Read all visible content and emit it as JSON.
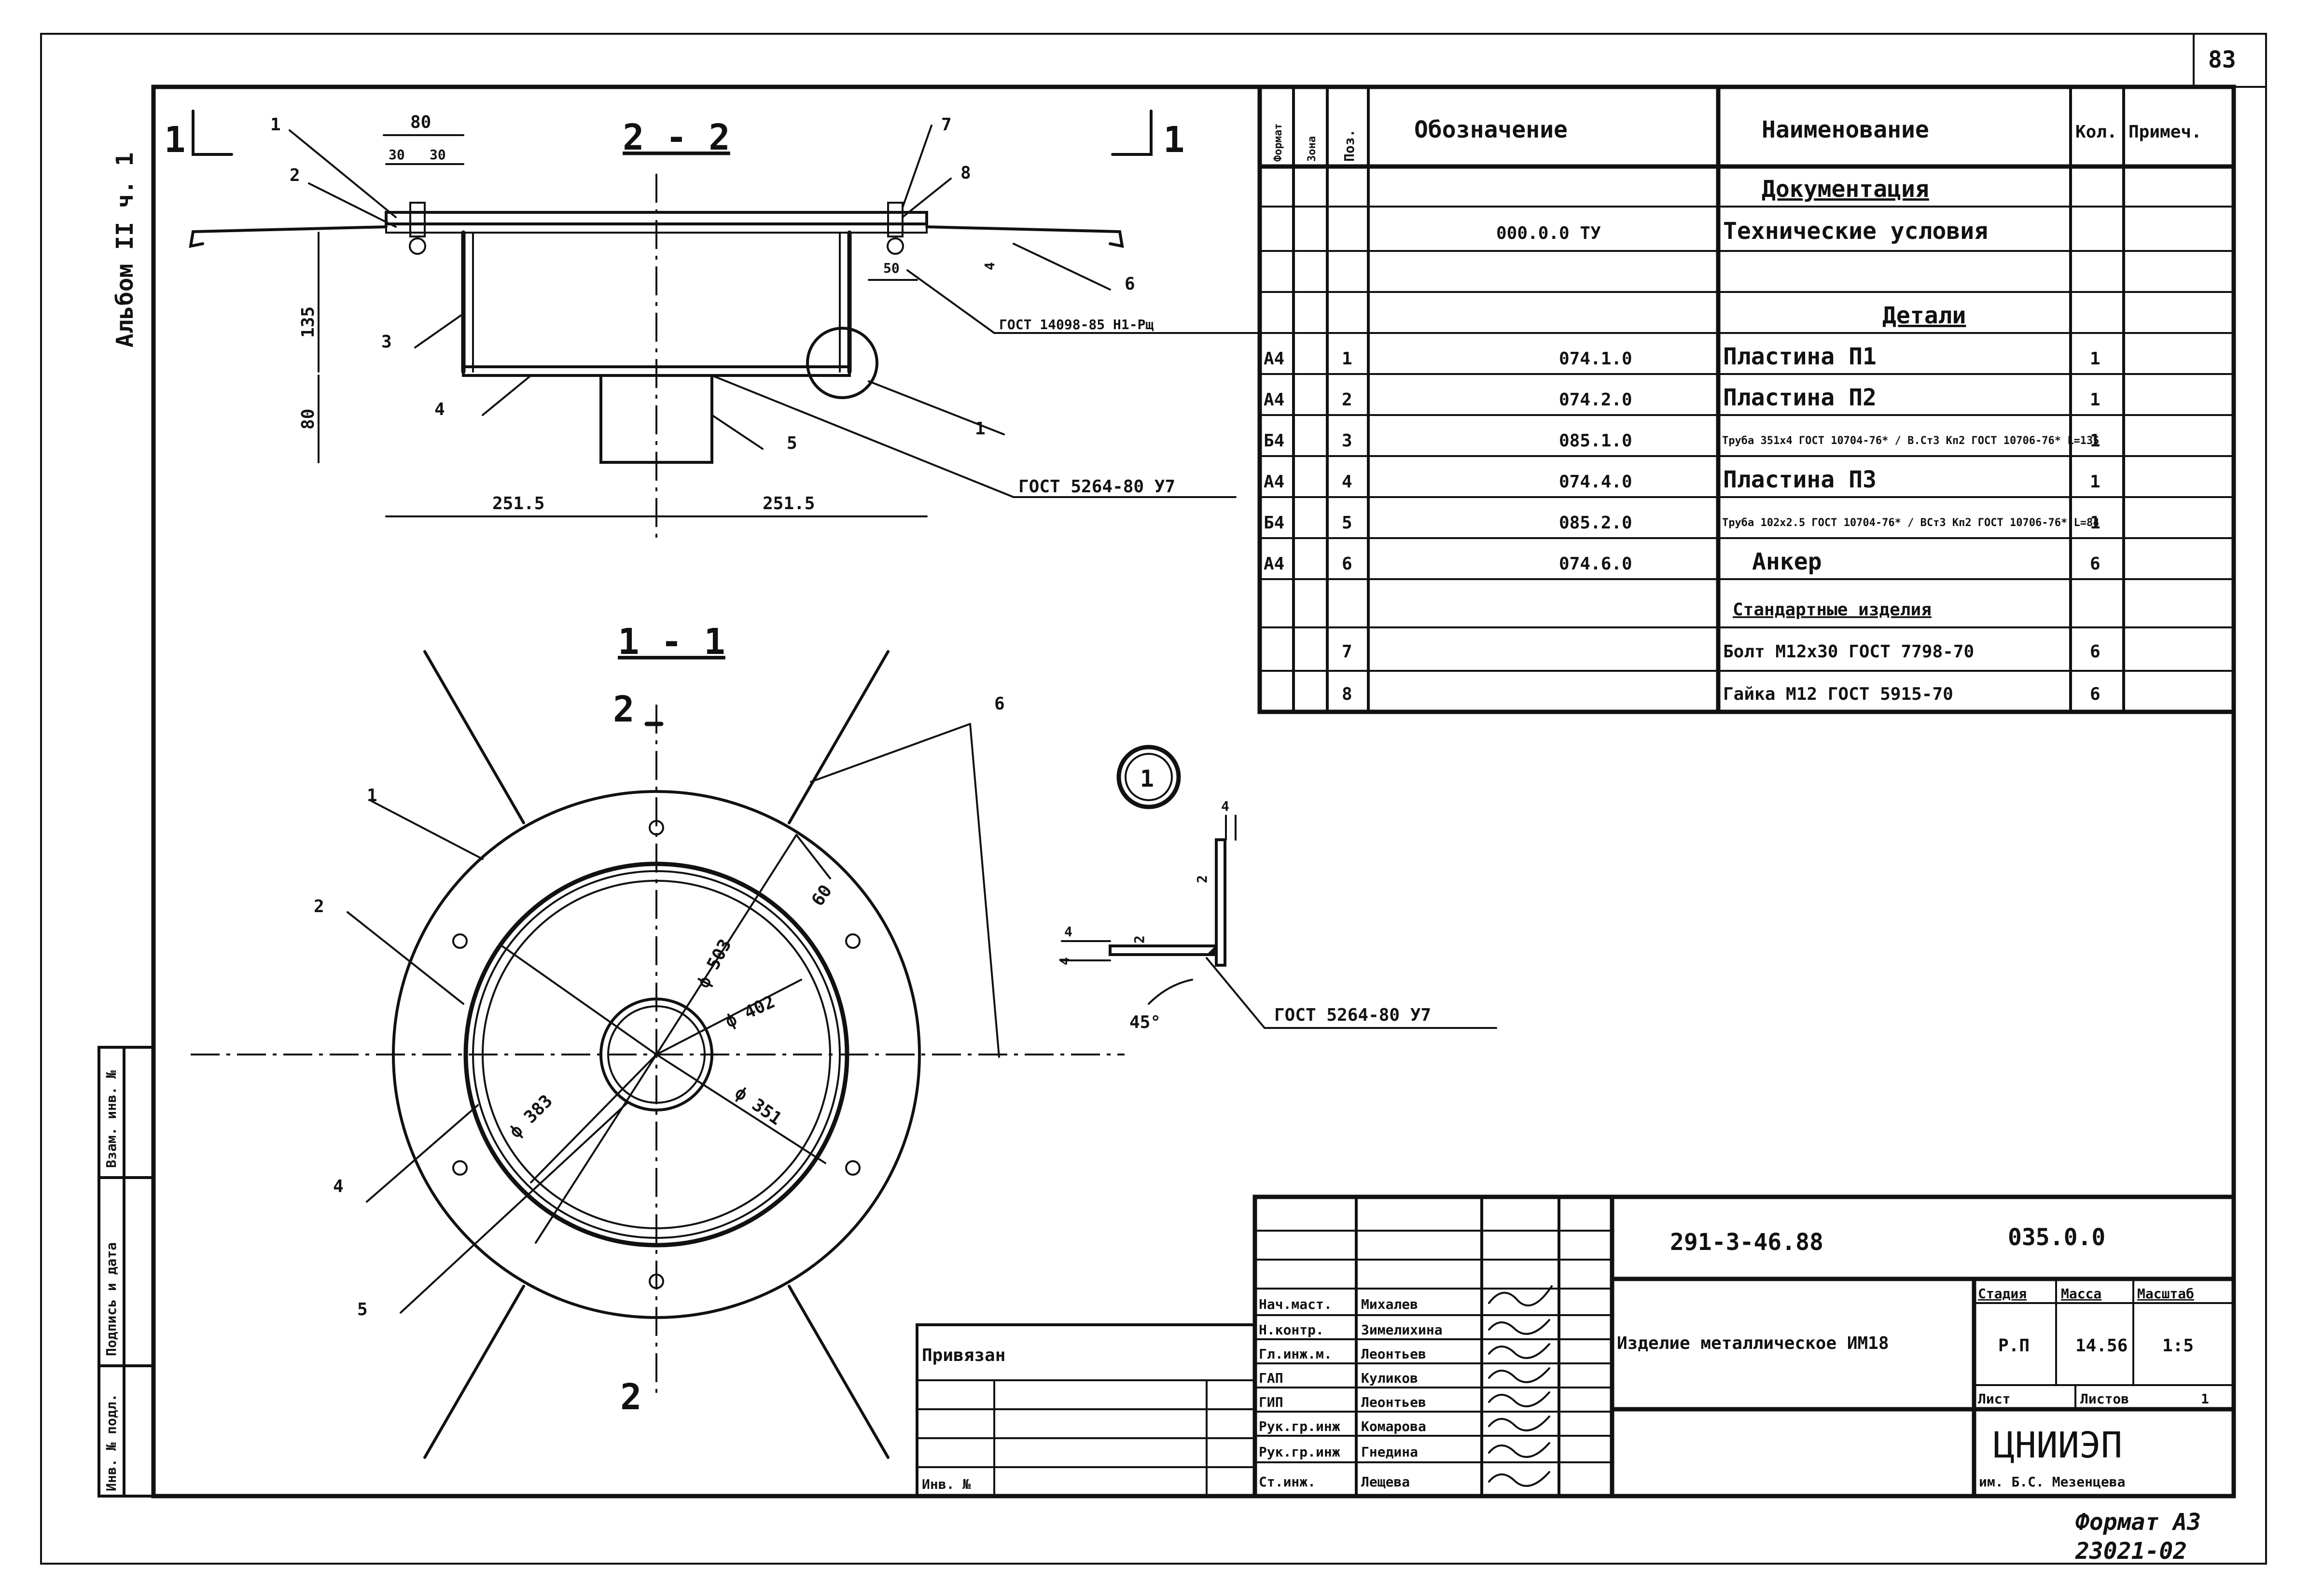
{
  "sheet": {
    "page_number": "83",
    "album": "Альбом II ч. 1",
    "format": "Формат А3",
    "doc_code": "23021-02"
  },
  "section_labels": {
    "s22": "2 - 2",
    "s11": "1 - 1",
    "cut1": "1",
    "cut2": "2",
    "node": "1"
  },
  "callouts": [
    "1",
    "2",
    "3",
    "4",
    "5",
    "6",
    "7",
    "8"
  ],
  "dimensions": {
    "d80_top": "80",
    "d30a": "30",
    "d30b": "30",
    "d135": "135",
    "d80_side": "80",
    "d50": "50",
    "d4": "4",
    "d2515a": "251.5",
    "d2515b": "251.5",
    "d60": "60",
    "dia503": "ф 503",
    "dia402": "ф 402",
    "dia383": "ф 383",
    "dia351": "ф 351",
    "n4a": "4",
    "n4b": "4",
    "n2a": "2",
    "n2b": "2",
    "n4c": "4",
    "angle45": "45°"
  },
  "notes": {
    "weld1": "ГОСТ 14098-85 Н1-Рщ",
    "weld2": "ГОСТ 5264-80 У7",
    "weld3": "ГОСТ 5264-80 У7"
  },
  "spec": {
    "headers": [
      "Формат",
      "Зона",
      "Поз.",
      "Обозначение",
      "Наименование",
      "Кол.",
      "Примеч."
    ],
    "rows": [
      {
        "fmt": "",
        "zone": "",
        "pos": "",
        "des": "",
        "name": "Документация",
        "qty": "",
        "note": "",
        "heading": true
      },
      {
        "fmt": "",
        "zone": "",
        "pos": "",
        "des": "000.0.0 ТУ",
        "name": "Технические условия",
        "qty": "",
        "note": ""
      },
      {
        "fmt": "",
        "zone": "",
        "pos": "",
        "des": "",
        "name": "",
        "qty": "",
        "note": ""
      },
      {
        "fmt": "",
        "zone": "",
        "pos": "",
        "des": "",
        "name": "Детали",
        "qty": "",
        "note": "",
        "heading": true
      },
      {
        "fmt": "А4",
        "zone": "",
        "pos": "1",
        "des": "074.1.0",
        "name": "Пластина П1",
        "qty": "1",
        "note": ""
      },
      {
        "fmt": "А4",
        "zone": "",
        "pos": "2",
        "des": "074.2.0",
        "name": "Пластина П2",
        "qty": "1",
        "note": ""
      },
      {
        "fmt": "Б4",
        "zone": "",
        "pos": "3",
        "des": "085.1.0",
        "name": "Труба 351х4 ГОСТ 10704-76* / В.Ст3 Кп2 ГОСТ 10706-76* L=135",
        "qty": "1",
        "note": ""
      },
      {
        "fmt": "А4",
        "zone": "",
        "pos": "4",
        "des": "074.4.0",
        "name": "Пластина П3",
        "qty": "1",
        "note": ""
      },
      {
        "fmt": "Б4",
        "zone": "",
        "pos": "5",
        "des": "085.2.0",
        "name": "Труба 102х2.5 ГОСТ 10704-76* / ВСт3 Кп2 ГОСТ 10706-76* L=84",
        "qty": "1",
        "note": ""
      },
      {
        "fmt": "А4",
        "zone": "",
        "pos": "6",
        "des": "074.6.0",
        "name": "Анкер",
        "qty": "6",
        "note": ""
      },
      {
        "fmt": "",
        "zone": "",
        "pos": "",
        "des": "",
        "name": "Стандартные изделия",
        "qty": "",
        "note": "",
        "heading": true
      },
      {
        "fmt": "",
        "zone": "",
        "pos": "7",
        "des": "",
        "name": "Болт М12х30 ГОСТ 7798-70",
        "qty": "6",
        "note": ""
      },
      {
        "fmt": "",
        "zone": "",
        "pos": "8",
        "des": "",
        "name": "Гайка М12 ГОСТ 5915-70",
        "qty": "6",
        "note": ""
      }
    ]
  },
  "side_stamp": [
    "Инв. № подл.",
    "Подпись и дата",
    "Взам. инв. №"
  ],
  "title_block": {
    "project_code": "291-3-46.88",
    "sheet_code": "035.0.0",
    "title": "Изделие металлическое ИМ18",
    "stage_label": "Стадия",
    "mass_label": "Масса",
    "scale_label": "Масштаб",
    "stage": "Р.П",
    "mass": "14.56",
    "scale": "1:5",
    "sheet_label": "Лист",
    "sheets_label": "Листов",
    "sheets": "1",
    "org": "ЦНИИЭП",
    "org_sub": "им. Б.С. Мезенцева",
    "tied_label": "Привязан",
    "inv_label": "Инв. №",
    "people": [
      {
        "role": "Нач.маст.",
        "name": "Михалев"
      },
      {
        "role": "Н.контр.",
        "name": "Зимелихина"
      },
      {
        "role": "Гл.инж.м.",
        "name": "Леонтьев"
      },
      {
        "role": "ГАП",
        "name": "Куликов"
      },
      {
        "role": "ГИП",
        "name": "Леонтьев"
      },
      {
        "role": "Рук.гр.инж",
        "name": "Комарова"
      },
      {
        "role": "Рук.гр.инж",
        "name": "Гнедина"
      },
      {
        "role": "Ст.инж.",
        "name": "Лещева"
      }
    ]
  }
}
